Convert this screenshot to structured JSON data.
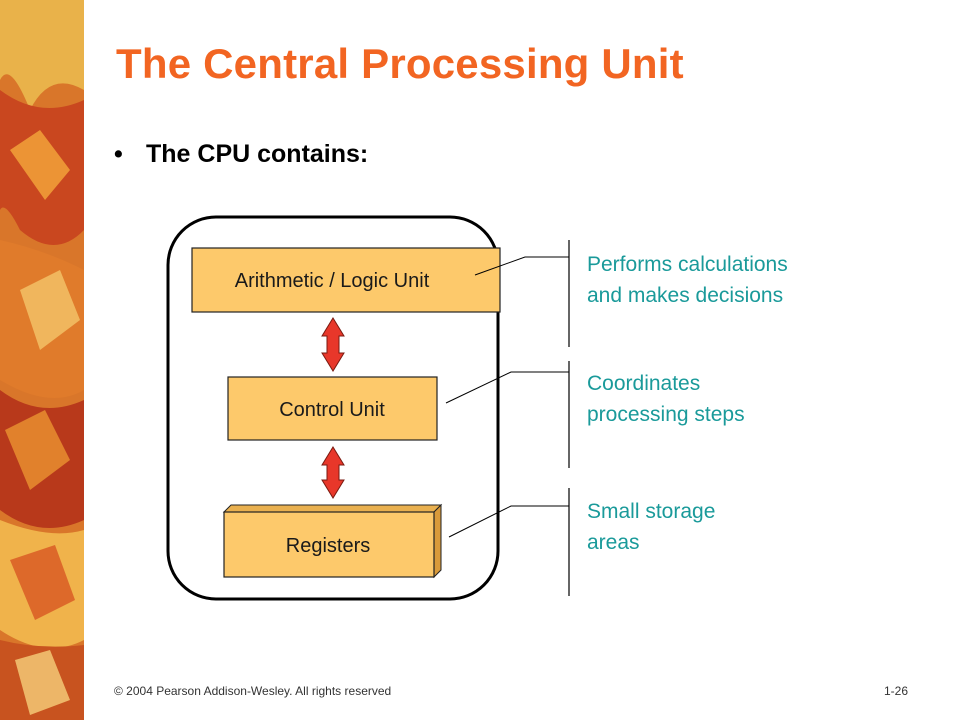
{
  "slide": {
    "title": "The Central Processing Unit",
    "bullet": "The CPU contains:"
  },
  "diagram": {
    "components": [
      {
        "label": "Arithmetic / Logic Unit"
      },
      {
        "label": "Control Unit"
      },
      {
        "label": "Registers"
      }
    ],
    "descriptions": [
      {
        "line1": "Performs calculations",
        "line2": "and makes decisions"
      },
      {
        "line1": "Coordinates",
        "line2": "processing steps"
      },
      {
        "line1": "Small storage",
        "line2": "areas"
      }
    ]
  },
  "footer": {
    "copyright": "© 2004 Pearson Addison-Wesley. All rights reserved",
    "page": "1-26"
  },
  "colors": {
    "title": "#f26522",
    "box_fill": "#fdc96b",
    "arrow": "#e8372a",
    "description": "#1a9a9a"
  }
}
